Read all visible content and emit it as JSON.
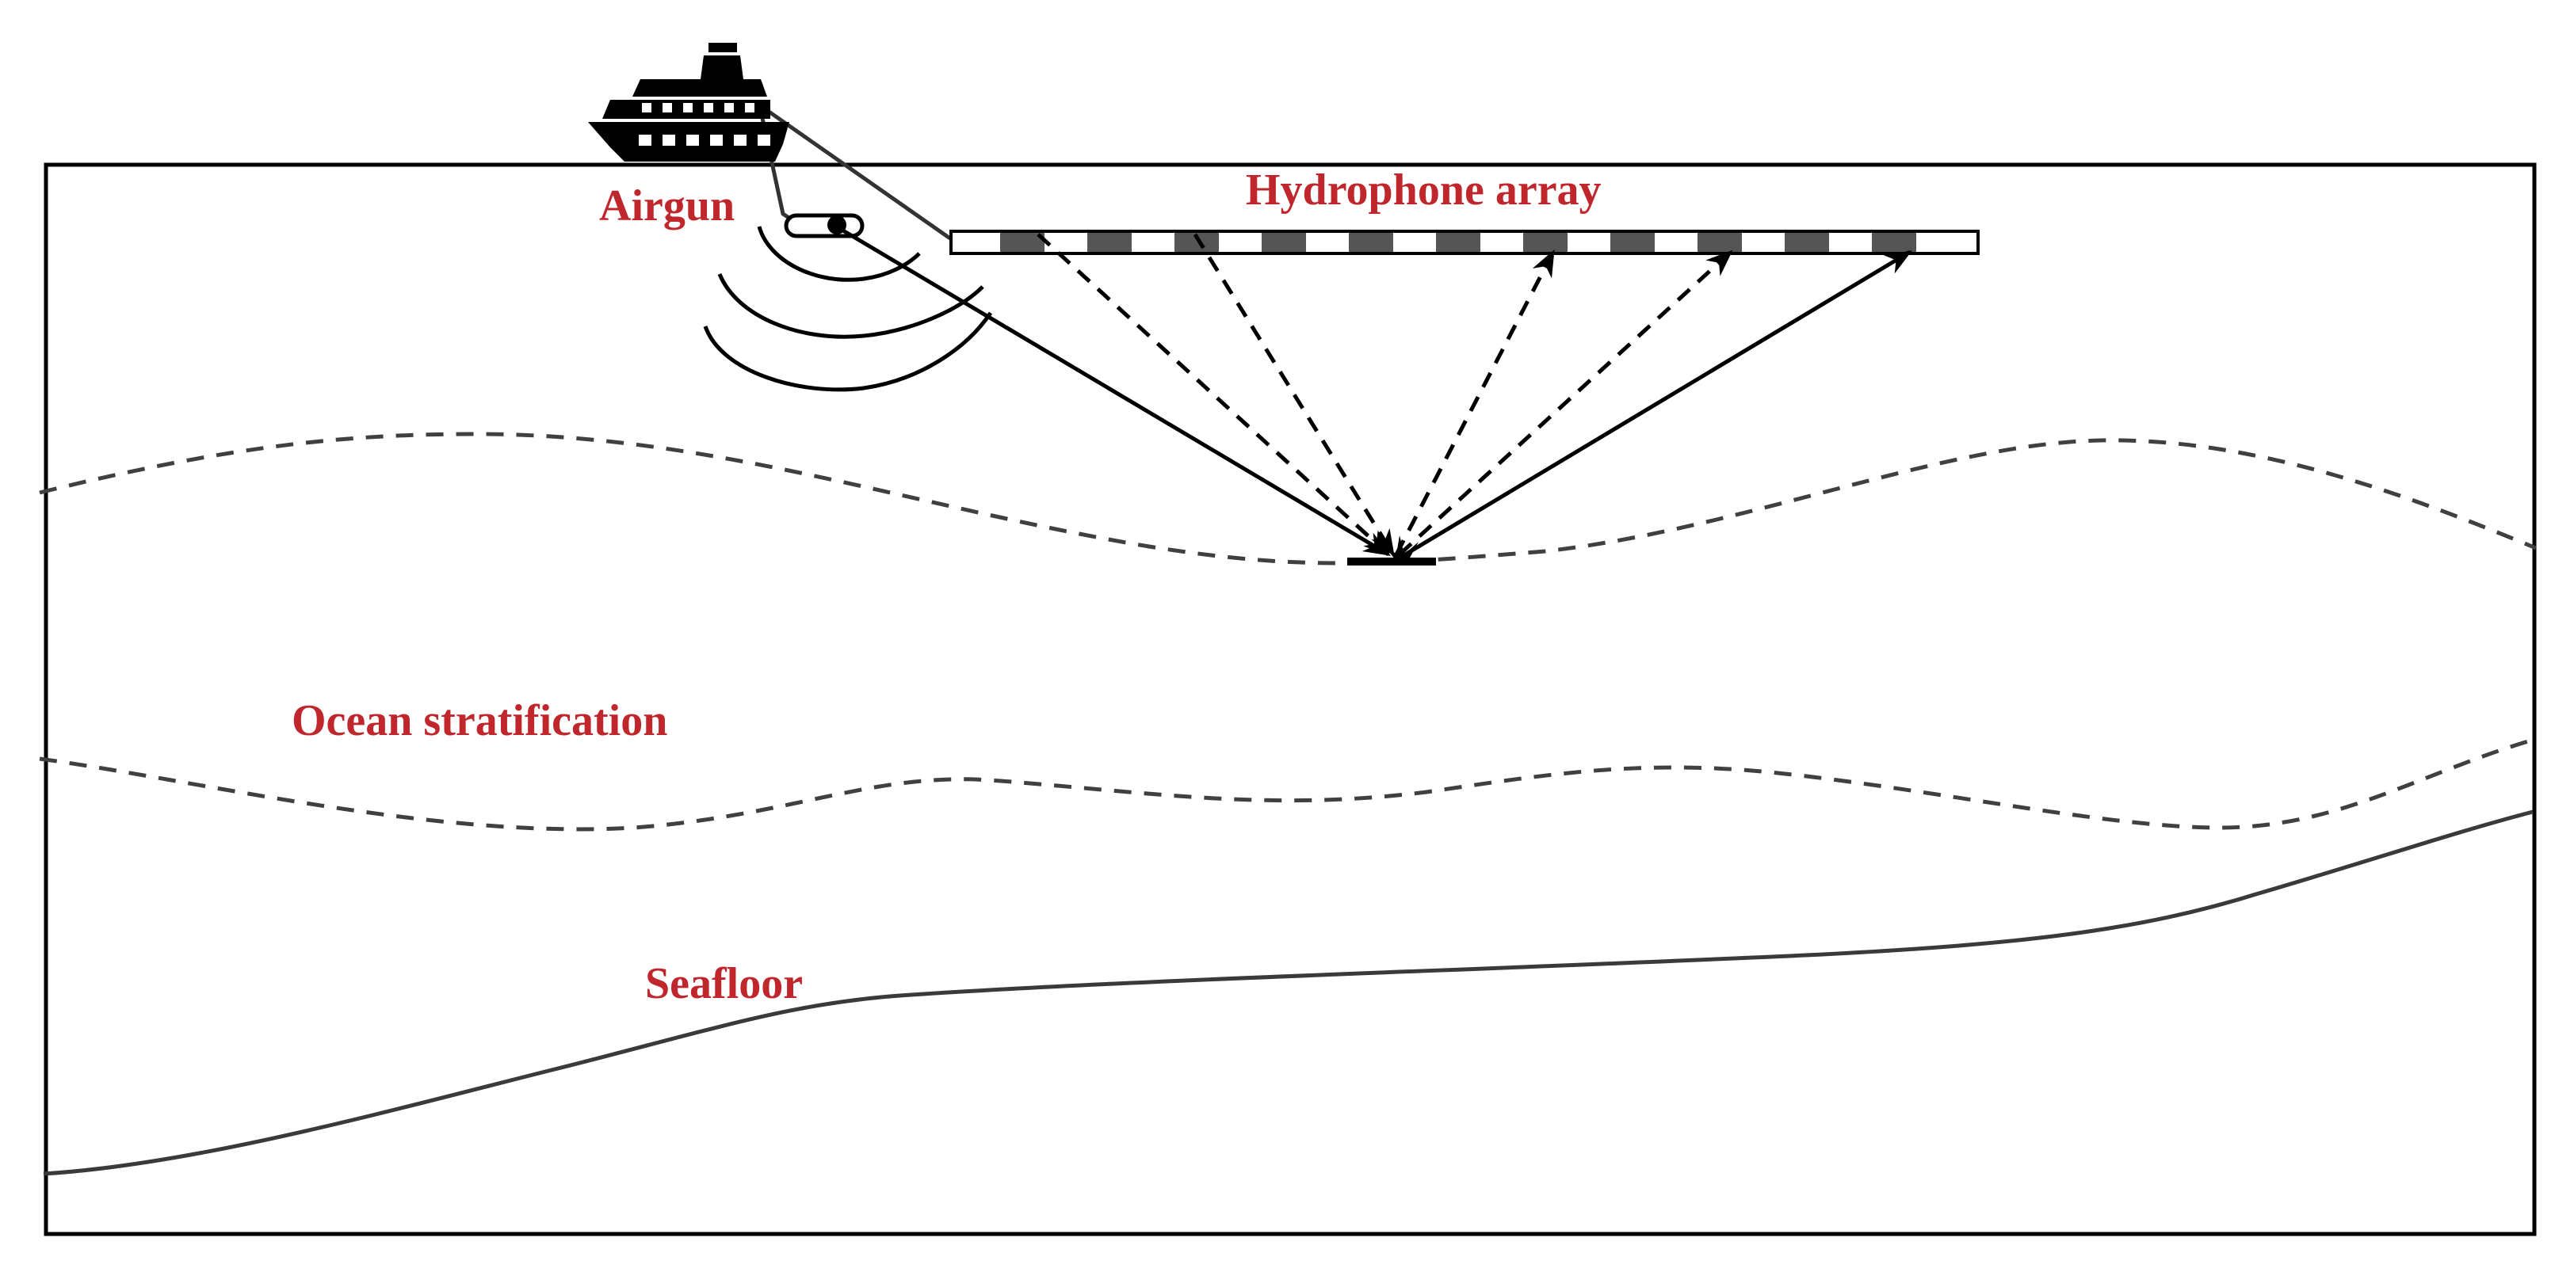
{
  "colors": {
    "label": "#c0272d",
    "line": "#000000",
    "dashed_layer": "#404040",
    "seafloor": "#3a3a3a",
    "array_segment": "#555555"
  },
  "labels": {
    "airgun": "Airgun",
    "hydrophone_array": "Hydrophone array",
    "ocean_stratification": "Ocean stratification",
    "seafloor": "Seafloor"
  },
  "icons": {
    "ship": "ship-icon"
  }
}
